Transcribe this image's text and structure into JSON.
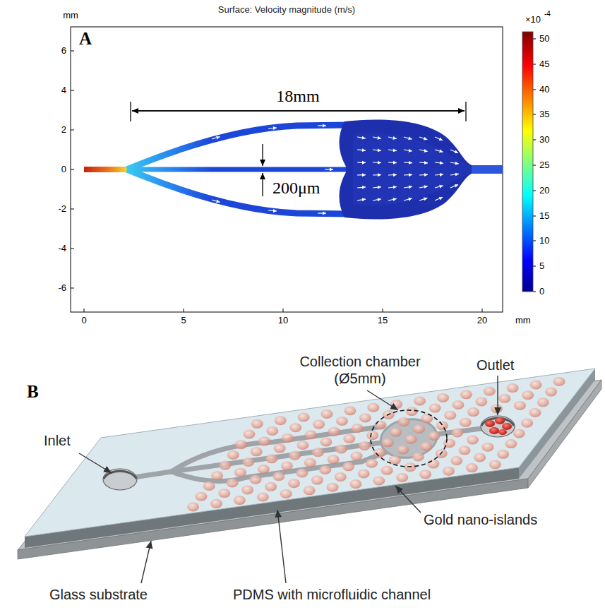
{
  "diagram": {
    "labels": [
      "Surface: Velocity magnitude (m/s)",
      "mm",
      "A",
      "18mm",
      "200μm",
      "6",
      "4",
      "2",
      "0",
      "-2",
      "-4",
      "-6",
      "0",
      "5",
      "10",
      "15",
      "20",
      "mm",
      "×10",
      "-4",
      "50",
      "45",
      "40",
      "35",
      "30",
      "25",
      "20",
      "15",
      "10",
      "5",
      "0",
      "B",
      "Collection chamber (Ø5mm)",
      "Outlet",
      "Inlet",
      "Gold nano-islands",
      "Glass substrate",
      "PDMS with microfluidic channel"
    ]
  }
}
